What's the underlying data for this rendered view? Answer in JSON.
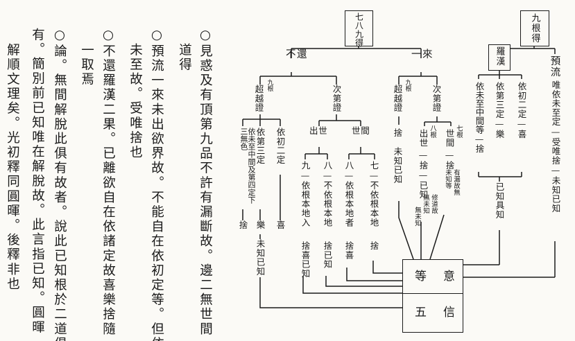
{
  "prose": {
    "col1": "○見惑及有頂第九品不許有漏斷故。邊二無世間",
    "col2": "道得",
    "col3": "○預流一來未出欲界故。不能自在依初定等。但依",
    "col4": "未至故。受唯捨也",
    "col5": "○不還羅漢二果。已離欲自在依諸定故喜樂捨隨",
    "col6": "一取焉",
    "col7": "○論。無間解脫此俱有故者。說此已知根於二道俱",
    "col8": "有。簡別前已知唯在解脫故。此言指已知。圓暉",
    "col9": "解順文理矣。光初釋同圓暉。後釋非也"
  },
  "diagram": {
    "title_798": "七八九得",
    "title_nine": "九根得",
    "yuliu": "預流",
    "yuliu_text": "唯依未至定—受唯捨—未知已知",
    "luohan": "羅漢",
    "lh_c1": "依初二定—喜",
    "lh_c2": "依第三定—樂",
    "lh_c3": "依未至中間等—捨",
    "lh_final": "已知具知",
    "buhuan": "不還",
    "yilai": "一來",
    "jiugen": "九根",
    "chaoyue": "超越證",
    "cidi": "次第證",
    "bh_jc_c1": "依初二定",
    "bh_jc_c2": "依第三定",
    "bh_jc_c3": "依未至中間及第四定下三無色",
    "xi": "喜",
    "le": "樂",
    "she": "捨",
    "weizhi_yizhi": "未知已知",
    "chushi": "出世",
    "shijian": "世間",
    "cs_9": "九—依根本地入",
    "cs_8": "八—不依根本地",
    "sj_8": "八—依根本地者",
    "sj_7": "七—不依根本地",
    "she_xi_yizhi": "捨喜已知",
    "she_yizhi": "捨已知",
    "she_xi": "捨喜",
    "yl_jc_label": "九根超越證",
    "yl_jc_she": "捨",
    "yl_jc_weizhi": "未知已知",
    "yl_cd_chushi": "出世",
    "yl_cd_bagen": "八根",
    "yl_cd_chushi_rest": "—捨—已知",
    "yl_cd_shijian": "世間",
    "yl_cd_qigen": "七根",
    "yl_cd_shijian_rest": "—捨",
    "note_wuweizhi": "無未知",
    "note_youlou": "有漏故無",
    "note_weizhideng": "未知等",
    "note_xiudao": "修道故",
    "note_wuweizhi2": "無未知",
    "bottom_deng": "等",
    "bottom_yi": "意",
    "bottom_wu": "五",
    "bottom_xin": "信"
  }
}
